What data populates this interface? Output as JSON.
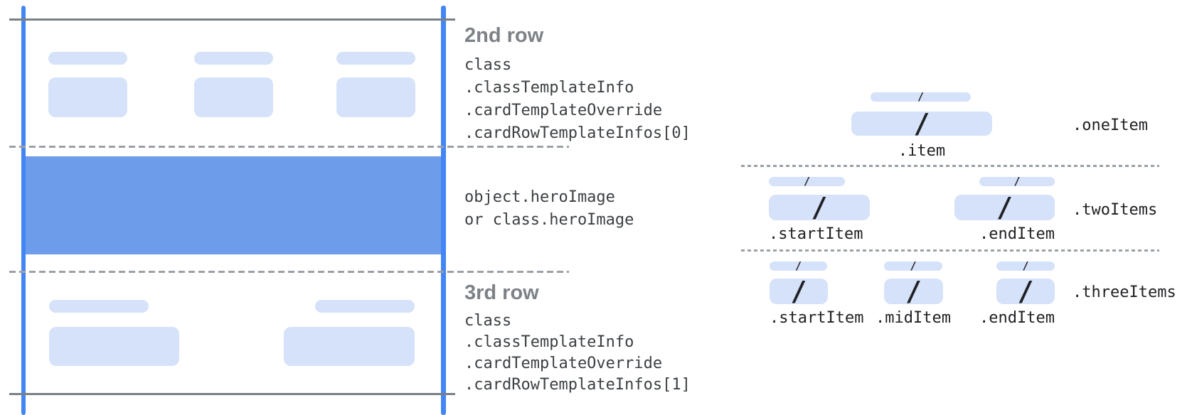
{
  "colors": {
    "placeholder_blue": "#d5e2f9",
    "hero_blue": "#6d9ceb",
    "guide_line_blue": "#4285f4",
    "solid_line_gray": "#7a7f84",
    "dashed_line_gray": "#9aa0a6",
    "heading_gray": "#7d8287",
    "code_text": "#3c4043"
  },
  "glyphs": {
    "slash": "/"
  },
  "annotations": {
    "row2": {
      "heading": "2nd row",
      "code": [
        "class",
        ".classTemplateInfo",
        ".cardTemplateOverride",
        ".cardRowTemplateInfos[0]"
      ]
    },
    "hero": {
      "code": [
        "object.heroImage",
        "or class.heroImage"
      ]
    },
    "row3": {
      "heading": "3rd row",
      "code": [
        "class",
        ".classTemplateInfo",
        ".cardTemplateOverride",
        ".cardRowTemplateInfos[1]"
      ]
    }
  },
  "templates": {
    "oneItem": {
      "name": ".oneItem",
      "items": [
        ".item"
      ]
    },
    "twoItems": {
      "name": ".twoItems",
      "items": [
        ".startItem",
        ".endItem"
      ]
    },
    "threeItems": {
      "name": ".threeItems",
      "items": [
        ".startItem",
        ".midItem",
        ".endItem"
      ]
    }
  }
}
